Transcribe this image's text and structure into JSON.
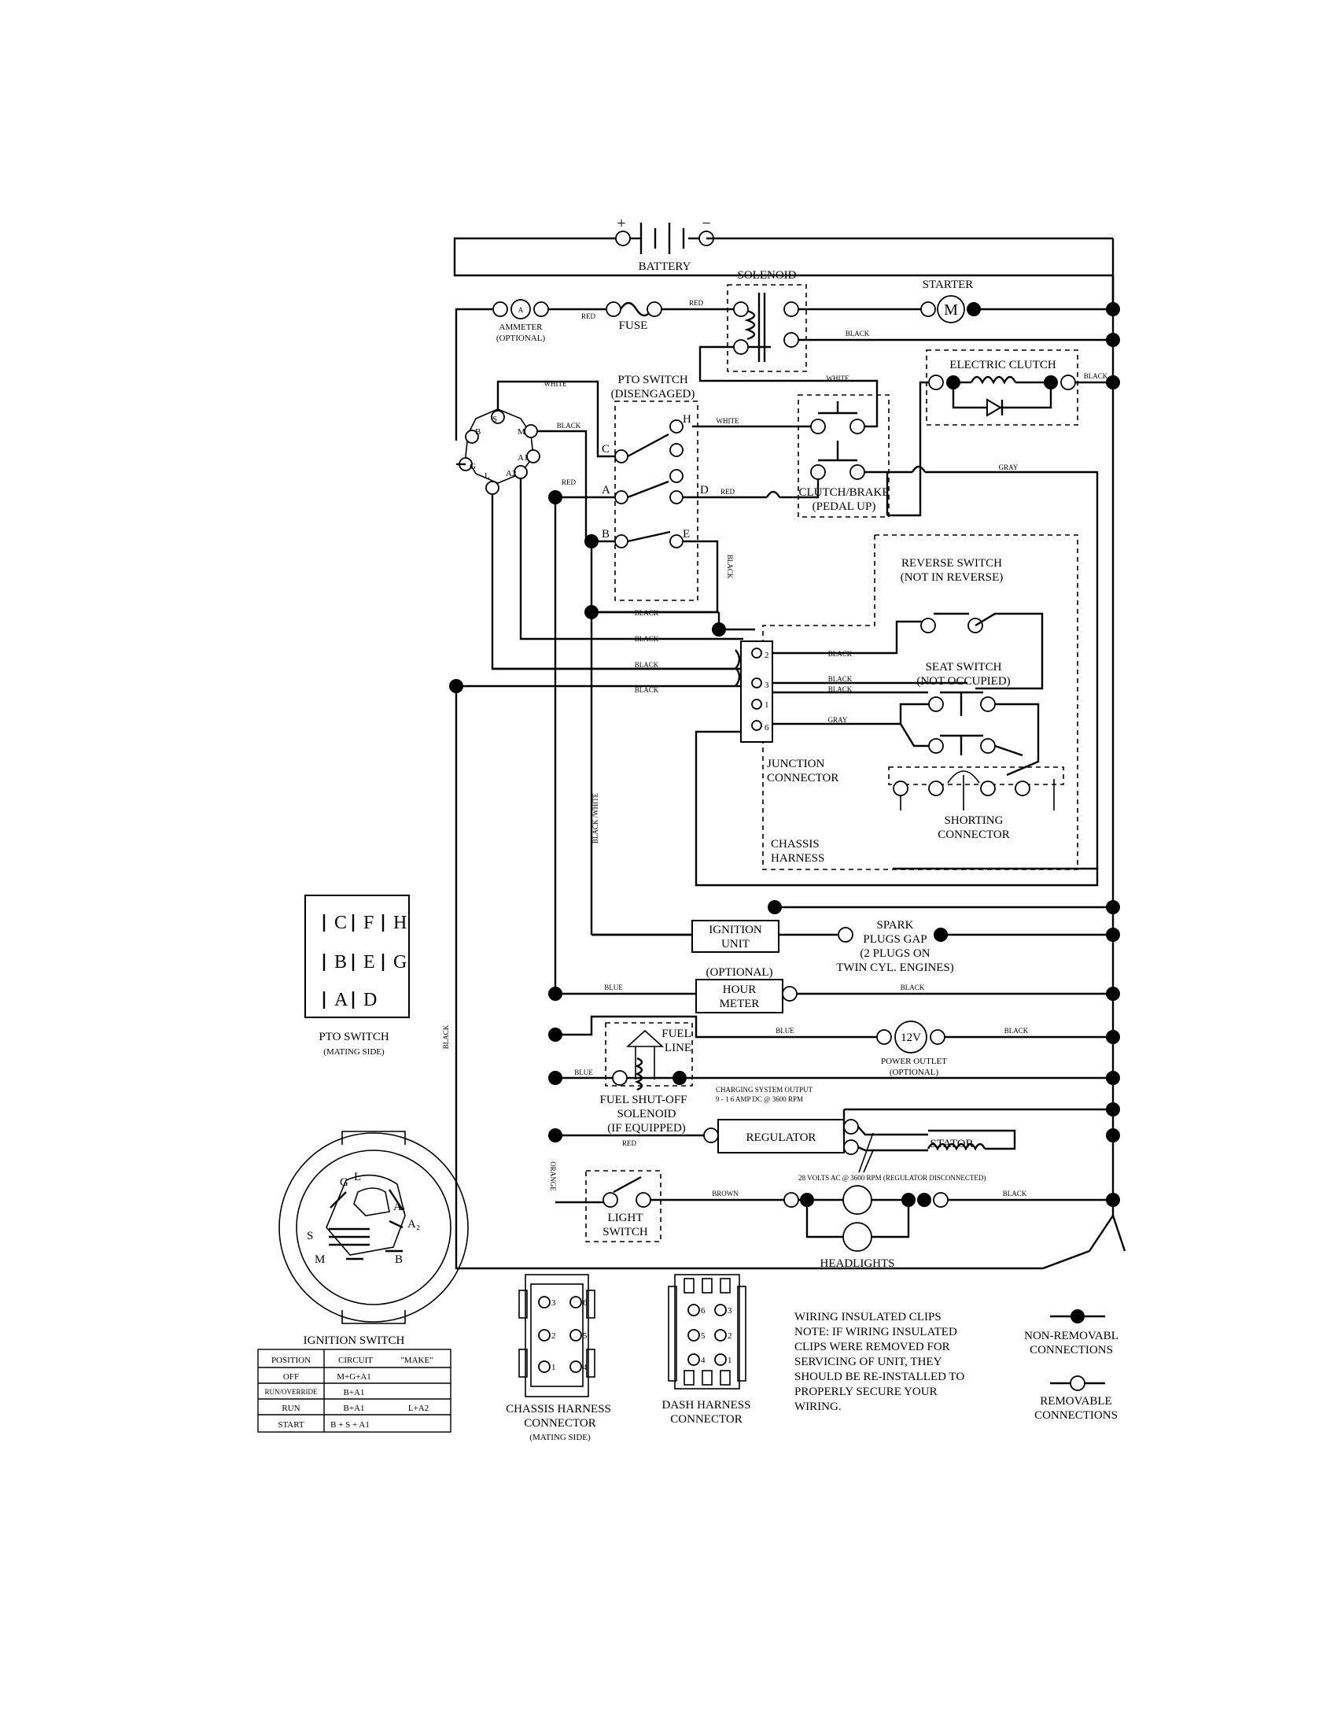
{
  "labels": {
    "battery": "BATTERY",
    "battery_plus": "+",
    "battery_minus": "−",
    "solenoid": "SOLENOID",
    "starter": "STARTER",
    "starter_m": "M",
    "ammeter": "AMMETER",
    "ammeter_opt": "(OPTIONAL)",
    "ammeter_a": "A",
    "fuse": "FUSE",
    "pto_switch": "PTO SWITCH",
    "pto_disengaged": "(DISENGAGED)",
    "electric_clutch": "ELECTRIC CLUTCH",
    "clutch_brake": "CLUTCH/BRAKE",
    "pedal_up": "(PEDAL UP)",
    "reverse_switch": "REVERSE SWITCH",
    "not_in_reverse": "(NOT IN REVERSE)",
    "seat_switch": "SEAT SWITCH",
    "not_occupied": "(NOT OCCUPIED)",
    "junction": "JUNCTION",
    "connector": "CONNECTOR",
    "shorting": "SHORTING",
    "shorting_connector": "CONNECTOR",
    "chassis": "CHASSIS",
    "harness": "HARNESS",
    "ignition_unit_1": "IGNITION",
    "ignition_unit_2": "UNIT",
    "spark_1": "SPARK",
    "spark_2": "PLUGS GAP",
    "spark_3": "(2 PLUGS ON",
    "spark_4": "TWIN CYL. ENGINES)",
    "optional": "(OPTIONAL)",
    "hour_1": "HOUR",
    "hour_2": "METER",
    "fuel_line_1": "FUEL",
    "fuel_line_2": "LINE",
    "volt12": "12V",
    "power_outlet": "POWER OUTLET",
    "power_outlet_opt": "(OPTIONAL)",
    "fuel_shutoff_1": "FUEL SHUT-OFF",
    "fuel_shutoff_2": "SOLENOID",
    "fuel_shutoff_3": "(IF EQUIPPED)",
    "charging_1": "CHARGING SYSTEM OUTPUT",
    "charging_2": "9 - 1 6 AMP DC @ 3600 RPM",
    "regulator": "REGULATOR",
    "stator": "STATOR",
    "ac_note": "28 VOLTS AC @ 3600 RPM (REGULATOR DISCONNECTED)",
    "light_1": "LIGHT",
    "light_2": "SWITCH",
    "headlights": "HEADLIGHTS",
    "pto_mating_1": "PTO SWITCH",
    "pto_mating_2": "(MATING SIDE)",
    "ignition_switch": "IGNITION SWITCH",
    "chassis_conn_1": "CHASSIS HARNESS",
    "chassis_conn_2": "CONNECTOR",
    "chassis_conn_3": "(MATING SIDE)",
    "dash_conn_1": "DASH HARNESS",
    "dash_conn_2": "CONNECTOR",
    "note_1": "WIRING INSULATED CLIPS",
    "note_2": "NOTE:  IF WIRING INSULATED",
    "note_3": "CLIPS WERE REMOVED FOR",
    "note_4": "SERVICING OF UNIT, THEY",
    "note_5": "SHOULD BE RE-INSTALLED TO",
    "note_6": "PROPERLY SECURE YOUR",
    "note_7": "WIRING.",
    "legend_nonrem_1": "NON-REMOVABL",
    "legend_nonrem_2": "CONNECTIONS",
    "legend_rem_1": "REMOVABLE",
    "legend_rem_2": "CONNECTIONS"
  },
  "wire_colors": {
    "red": "RED",
    "black": "BLACK",
    "white": "WHITE",
    "gray": "GRAY",
    "blue": "BLUE",
    "black_white": "BLACK /WHITE",
    "orange": "ORANGE",
    "brown": "BROWN"
  },
  "terminals": {
    "ign_b": "B",
    "ign_s": "S",
    "ign_m": "M",
    "ign_a1": "A1",
    "ign_a2": "A2",
    "ign_l": "L",
    "ign_g": "G",
    "pto_c": "C",
    "pto_h": "H",
    "pto_a": "A",
    "pto_d": "D",
    "pto_b": "B",
    "pto_e": "E",
    "j2": "2",
    "j3": "3",
    "j1": "1",
    "j6": "6"
  },
  "pto_mating_letters": [
    "C",
    "F",
    "H",
    "B",
    "E",
    "G",
    "A",
    "D"
  ],
  "ignition_face": {
    "g": "G",
    "l": "L",
    "a1": "A₁",
    "a2": "A₂",
    "s": "S",
    "m": "M",
    "b": "B"
  },
  "chassis_conn_pins": [
    "3",
    "6",
    "2",
    "5",
    "1",
    "4"
  ],
  "dash_conn_pins": [
    "6",
    "3",
    "5",
    "2",
    "4",
    "1"
  ],
  "ignition_table": {
    "headers": [
      "POSITION",
      "CIRCUIT",
      "\"MAKE\""
    ],
    "rows": [
      [
        "OFF",
        "M+G+A1",
        ""
      ],
      [
        "RUN/OVERRIDE",
        "B+A1",
        ""
      ],
      [
        "RUN",
        "B+A1",
        "L+A2"
      ],
      [
        "START",
        "B + S + A1",
        ""
      ]
    ]
  }
}
